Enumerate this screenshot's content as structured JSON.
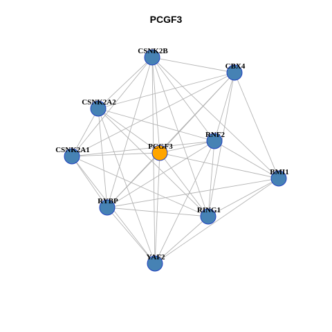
{
  "title": "PCGF3",
  "colors": {
    "hub": "#FFA500",
    "node": "#4682B4",
    "node_border": "#1F3FBF",
    "edge": "#B3B3B3"
  },
  "nodes": [
    {
      "id": "CSNK2B",
      "label": "CSNK2B",
      "type": "node"
    },
    {
      "id": "CBX4",
      "label": "CBX4",
      "type": "node"
    },
    {
      "id": "CSNK2A2",
      "label": "CSNK2A2",
      "type": "node"
    },
    {
      "id": "RNF2",
      "label": "RNF2",
      "type": "node"
    },
    {
      "id": "CSNK2A1",
      "label": "CSNK2A1",
      "type": "node"
    },
    {
      "id": "PCGF3",
      "label": "PCGF3",
      "type": "hub"
    },
    {
      "id": "BMI1",
      "label": "BMI1",
      "type": "node"
    },
    {
      "id": "RYBP",
      "label": "RYBP",
      "type": "node"
    },
    {
      "id": "RING1",
      "label": "RING1",
      "type": "node"
    },
    {
      "id": "YAF2",
      "label": "YAF2",
      "type": "node"
    }
  ],
  "edges": [
    [
      "CSNK2B",
      "CBX4"
    ],
    [
      "CSNK2B",
      "CSNK2A2"
    ],
    [
      "CSNK2B",
      "RNF2"
    ],
    [
      "CSNK2B",
      "CSNK2A1"
    ],
    [
      "CSNK2B",
      "PCGF3"
    ],
    [
      "CSNK2B",
      "BMI1"
    ],
    [
      "CSNK2B",
      "RYBP"
    ],
    [
      "CSNK2B",
      "RING1"
    ],
    [
      "CSNK2B",
      "YAF2"
    ],
    [
      "CBX4",
      "CSNK2A2"
    ],
    [
      "CBX4",
      "RNF2"
    ],
    [
      "CBX4",
      "CSNK2A1"
    ],
    [
      "CBX4",
      "PCGF3"
    ],
    [
      "CBX4",
      "BMI1"
    ],
    [
      "CBX4",
      "RYBP"
    ],
    [
      "CBX4",
      "RING1"
    ],
    [
      "CSNK2A2",
      "RNF2"
    ],
    [
      "CSNK2A2",
      "CSNK2A1"
    ],
    [
      "CSNK2A2",
      "PCGF3"
    ],
    [
      "CSNK2A2",
      "RYBP"
    ],
    [
      "CSNK2A2",
      "RING1"
    ],
    [
      "CSNK2A2",
      "YAF2"
    ],
    [
      "RNF2",
      "CSNK2A1"
    ],
    [
      "RNF2",
      "PCGF3"
    ],
    [
      "RNF2",
      "BMI1"
    ],
    [
      "RNF2",
      "RYBP"
    ],
    [
      "RNF2",
      "RING1"
    ],
    [
      "RNF2",
      "YAF2"
    ],
    [
      "CSNK2A1",
      "PCGF3"
    ],
    [
      "CSNK2A1",
      "RYBP"
    ],
    [
      "CSNK2A1",
      "RING1"
    ],
    [
      "CSNK2A1",
      "YAF2"
    ],
    [
      "PCGF3",
      "BMI1"
    ],
    [
      "PCGF3",
      "RYBP"
    ],
    [
      "PCGF3",
      "RING1"
    ],
    [
      "PCGF3",
      "YAF2"
    ],
    [
      "BMI1",
      "RYBP"
    ],
    [
      "BMI1",
      "RING1"
    ],
    [
      "BMI1",
      "YAF2"
    ],
    [
      "RYBP",
      "RING1"
    ],
    [
      "RYBP",
      "YAF2"
    ],
    [
      "RING1",
      "YAF2"
    ]
  ]
}
